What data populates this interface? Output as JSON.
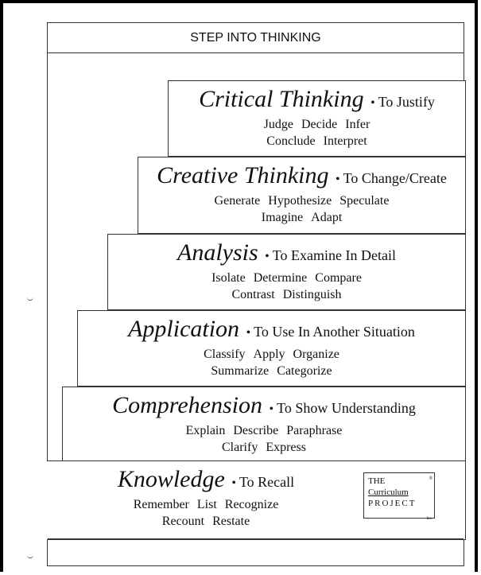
{
  "title": "STEP INTO THINKING",
  "steps": [
    {
      "id": "critical",
      "name": "Critical Thinking",
      "purpose": "To Justify",
      "words_line1": [
        "Judge",
        "Decide",
        "Infer"
      ],
      "words_line2": [
        "Conclude",
        "Interpret"
      ]
    },
    {
      "id": "creative",
      "name": "Creative Thinking",
      "purpose": "To Change/Create",
      "words_line1": [
        "Generate",
        "Hypothesize",
        "Speculate"
      ],
      "words_line2": [
        "Imagine",
        "Adapt"
      ]
    },
    {
      "id": "analysis",
      "name": "Analysis",
      "purpose": "To Examine In Detail",
      "words_line1": [
        "Isolate",
        "Determine",
        "Compare"
      ],
      "words_line2": [
        "Contrast",
        "Distinguish"
      ]
    },
    {
      "id": "application",
      "name": "Application",
      "purpose": "To Use In Another Situation",
      "words_line1": [
        "Classify",
        "Apply",
        "Organize"
      ],
      "words_line2": [
        "Summarize",
        "Categorize"
      ]
    },
    {
      "id": "comprehension",
      "name": "Comprehension",
      "purpose": "To Show Understanding",
      "words_line1": [
        "Explain",
        "Describe",
        "Paraphrase"
      ],
      "words_line2": [
        "Clarify",
        "Express"
      ]
    },
    {
      "id": "knowledge",
      "name": "Knowledge",
      "purpose": "To Recall",
      "words_line1": [
        "Remember",
        "List",
        "Recognize"
      ],
      "words_line2": [
        "Recount",
        "Restate"
      ]
    }
  ],
  "separator": "•",
  "logo": {
    "line1": "THE",
    "line2": "Curriculum",
    "line3": "PROJECT",
    "registered": "®",
    "suffix": "Inc."
  }
}
